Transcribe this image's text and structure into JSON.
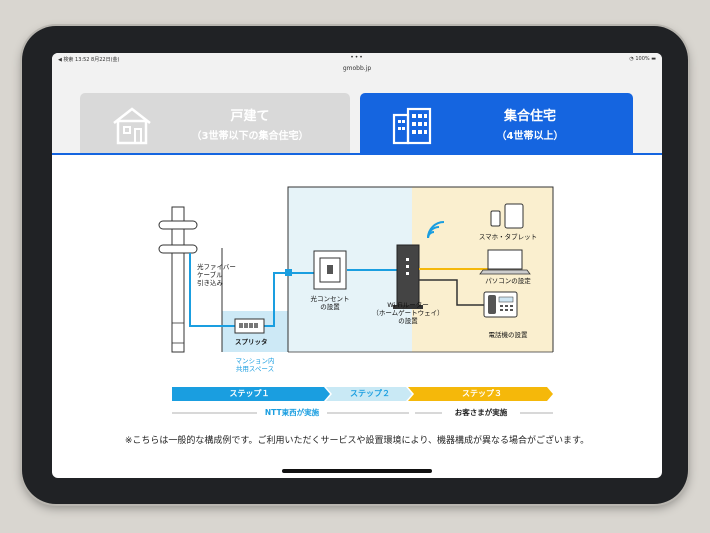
{
  "statusbar": {
    "left_text": "◀ 検索  13:52  8月22日(金)",
    "dots": "•••",
    "url": "gmobb.jp",
    "right_text": "100%"
  },
  "tabs": [
    {
      "title": "戸建て",
      "subtitle": "（3世帯以下の集合住宅）",
      "active": false
    },
    {
      "title": "集合住宅",
      "subtitle": "（4世帯以上）",
      "active": true
    }
  ],
  "diagram": {
    "fiber_label": [
      "光ファイバー",
      "ケーブル",
      "引き込み"
    ],
    "splitter_label": "スプリッタ",
    "shared_space_label": [
      "マンション内",
      "共用スペース"
    ],
    "outlet_label": [
      "光コンセント",
      "の設置"
    ],
    "router_label": [
      "Wi-Fiルーター",
      "（ホームゲートウェイ）",
      "の設置"
    ],
    "smartphone_label": "スマホ・タブレット",
    "pc_label": "パソコンの設定",
    "phone_label": "電話機の設置"
  },
  "steps": [
    {
      "label": "ステップ１",
      "color": "#1a9ee0",
      "text_color": "#ffffff"
    },
    {
      "label": "ステップ２",
      "color": "#c9e9f5",
      "text_color": "#1a9ee0"
    },
    {
      "label": "ステップ３",
      "color": "#f5b80a",
      "text_color": "#ffffff"
    }
  ],
  "who": {
    "ntt": "NTT東西が実施",
    "customer": "お客さまが実施"
  },
  "note": "※こちらは一般的な構成例です。ご利用いただくサービスや設置環境により、機器構成が異なる場合がございます。",
  "colors": {
    "accent_blue": "#1565e0",
    "fiber_blue": "#1a9ee0",
    "step3_yellow": "#f5b80a"
  }
}
